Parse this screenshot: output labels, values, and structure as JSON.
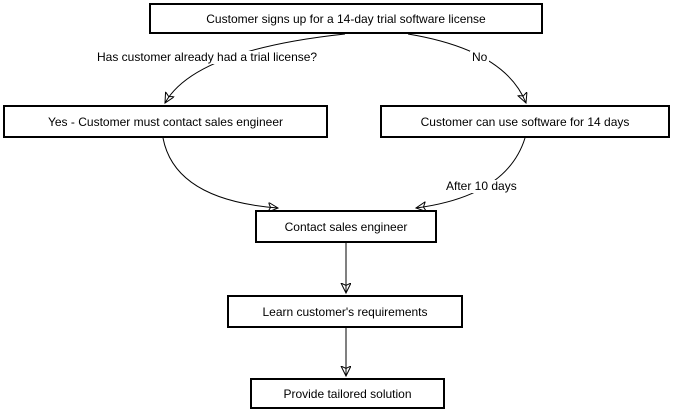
{
  "diagram": {
    "background_color": "#ffffff",
    "stroke_color": "#000000",
    "text_color": "#000000",
    "nodes": {
      "signup": {
        "label": "Customer signs up for a 14-day trial software license"
      },
      "yes_contact_sales": {
        "label": "Yes - Customer must contact sales engineer"
      },
      "use_software": {
        "label": "Customer can use software for 14 days"
      },
      "contact_sales": {
        "label": "Contact sales engineer"
      },
      "learn_requirements": {
        "label": "Learn customer's requirements"
      },
      "provide_solution": {
        "label": "Provide tailored solution"
      }
    },
    "edge_labels": {
      "question": "Has customer already had a trial license?",
      "no": "No",
      "after_10_days": "After 10 days"
    }
  }
}
